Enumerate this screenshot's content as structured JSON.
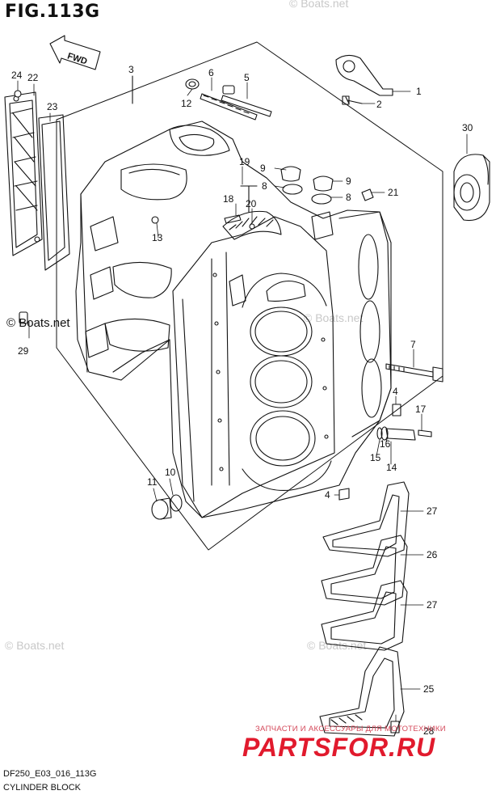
{
  "figure": {
    "title": "FIG.113G",
    "code": "DF250_E03_016_113G",
    "caption": "CYLINDER BLOCK",
    "direction_label": "FWD"
  },
  "watermarks": {
    "boats_top": "© Boats.net",
    "boats_left": "© Boats.net",
    "boats_mid": "© Boats.net",
    "boats_bl": "© Boats.net",
    "boats_br": "© Boats.net",
    "ru_tagline": "ЗАПЧАСТИ И АКСЕССУАРЫ ДЛЯ МОТОТЕХНИКИ",
    "ru_logo": "PARTSFOR.RU"
  },
  "callouts": [
    "1",
    "2",
    "3",
    "4",
    "4",
    "5",
    "6",
    "7",
    "8",
    "8",
    "9",
    "9",
    "10",
    "11",
    "12",
    "13",
    "14",
    "15",
    "16",
    "17",
    "18",
    "19",
    "20",
    "21",
    "22",
    "23",
    "24",
    "25",
    "26",
    "27",
    "27",
    "28",
    "29",
    "30"
  ]
}
